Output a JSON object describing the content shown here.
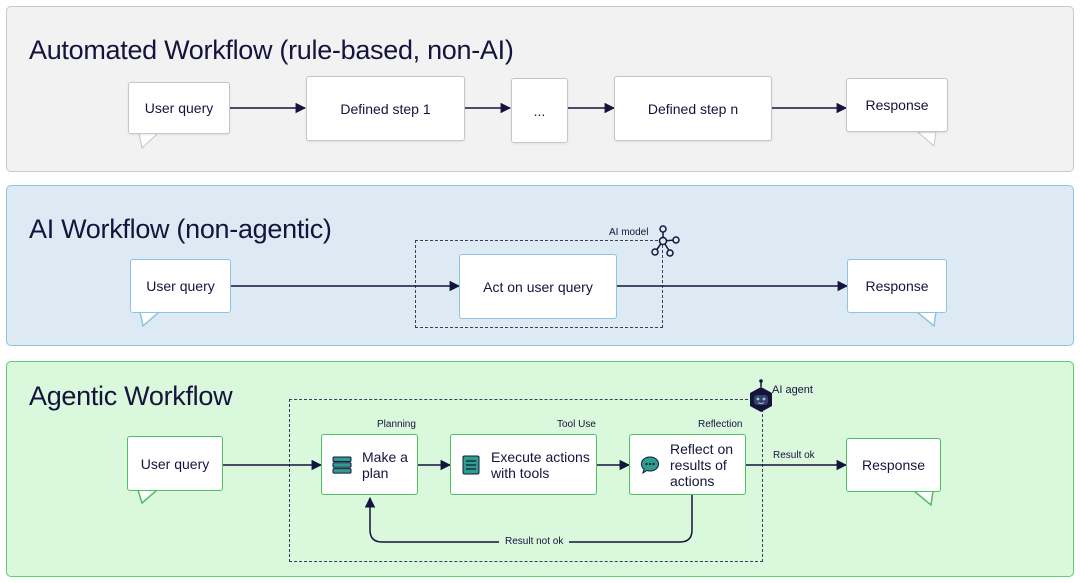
{
  "automated": {
    "title": "Automated Workflow (rule-based, non-AI)",
    "user_query": "User query",
    "step1": "Defined step 1",
    "ellipsis": "...",
    "stepn": "Defined step n",
    "response": "Response"
  },
  "ai": {
    "title": "AI Workflow (non-agentic)",
    "user_query": "User query",
    "act": "Act on user query",
    "model_label": "AI model",
    "response": "Response"
  },
  "agentic": {
    "title": "Agentic Workflow",
    "user_query": "User query",
    "agent_label": "AI agent",
    "planning_label": "Planning",
    "plan_line1": "Make a",
    "plan_line2": "plan",
    "tool_label": "Tool Use",
    "exec_line1": "Execute actions",
    "exec_line2": "with tools",
    "reflection_label": "Reflection",
    "reflect_line1": "Reflect on",
    "reflect_line2": "results of",
    "reflect_line3": "actions",
    "result_ok": "Result ok",
    "result_not_ok": "Result not ok",
    "response": "Response"
  },
  "colors": {
    "ink": "#14143c",
    "gray_panel": "#f2f2f2",
    "blue_panel": "#ddeaf4",
    "green_panel": "#d9f8dc",
    "green_accent": "#4fbf63",
    "icon_teal": "#2e9e8c"
  }
}
